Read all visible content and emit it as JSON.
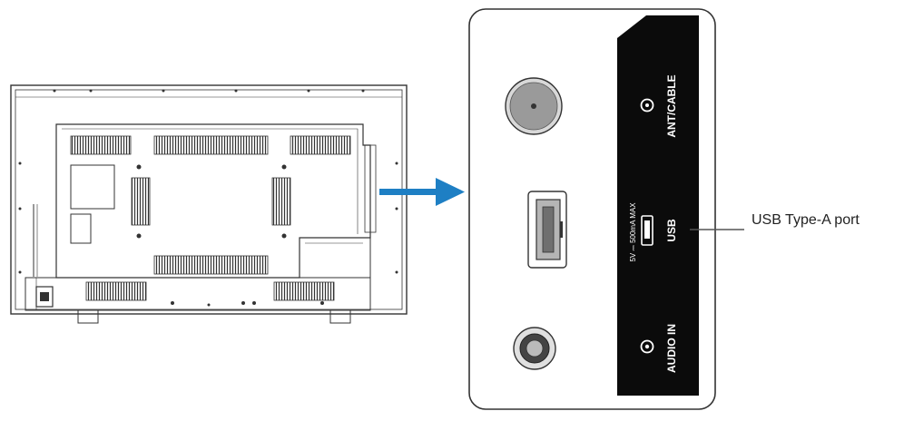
{
  "callout": {
    "usb_port_label": "USB Type-A port"
  },
  "panel_labels": {
    "ant_cable": "ANT/CABLE",
    "usb": "USB",
    "usb_rating": "5V ⎓ 500mA MAX",
    "audio_in": "AUDIO IN"
  },
  "colors": {
    "arrow": "#1e7fc4",
    "panel_black": "#0b0b0b",
    "line_gray": "#555555"
  },
  "icons": [
    "arrow-right-icon",
    "coax-port-icon",
    "usb-port-icon",
    "audio-jack-icon"
  ]
}
